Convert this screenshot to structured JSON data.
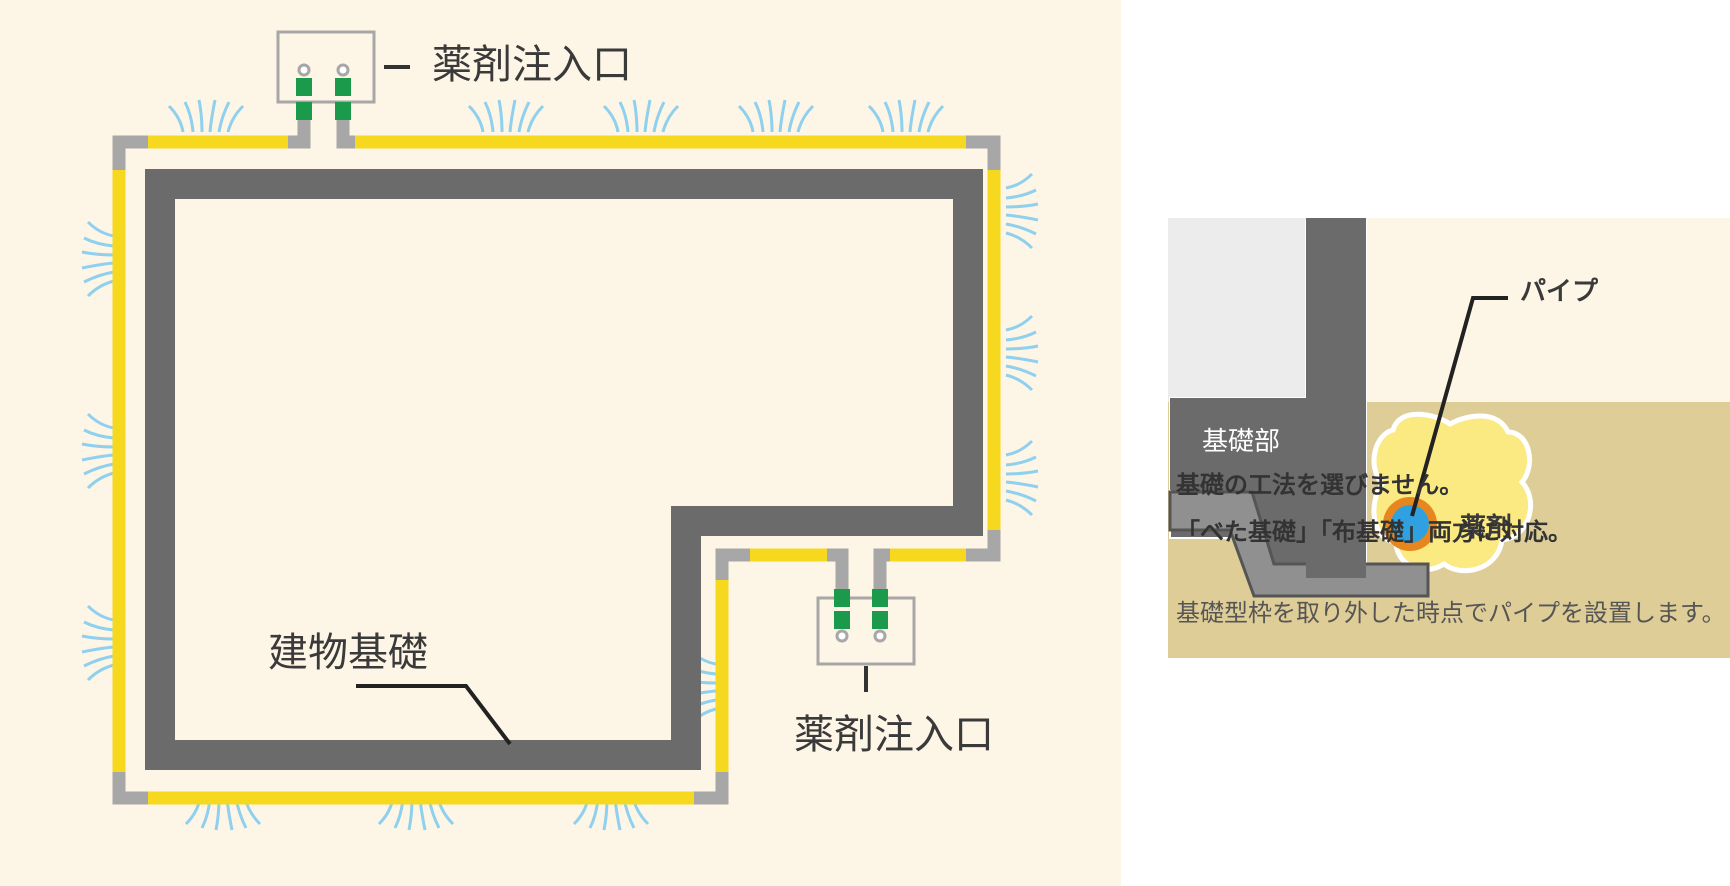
{
  "left_diagram": {
    "label_inlet_top": "薬剤注入口",
    "label_inlet_bottom": "薬剤注入口",
    "label_foundation": "建物基礎"
  },
  "right_diagram": {
    "label_pipe": "パイプ",
    "label_foundation_part": "基礎部",
    "label_chemical": "薬剤"
  },
  "caption": {
    "heading_line1": "基礎の工法を選びません。",
    "heading_line2": "「べた基礎」「布基礎」両方に対応。",
    "body": "基礎型枠を取り外した時点でパイプを設置します。"
  },
  "colors": {
    "left_background": "#fdf5e6",
    "foundation": "#6b6b6b",
    "pipe_yellow": "#f6d81e",
    "pipe_gray": "#a7a7a7",
    "valve_green": "#1a9a4a",
    "spray_blue": "#8fd0ee",
    "soil": "#dfcd98",
    "chemical_yellow": "#fbe982",
    "pipe_blue": "#2fa0e0",
    "pipe_ring_orange": "#e6861e"
  },
  "icons": [
    "spray-icon",
    "valve-icon"
  ]
}
